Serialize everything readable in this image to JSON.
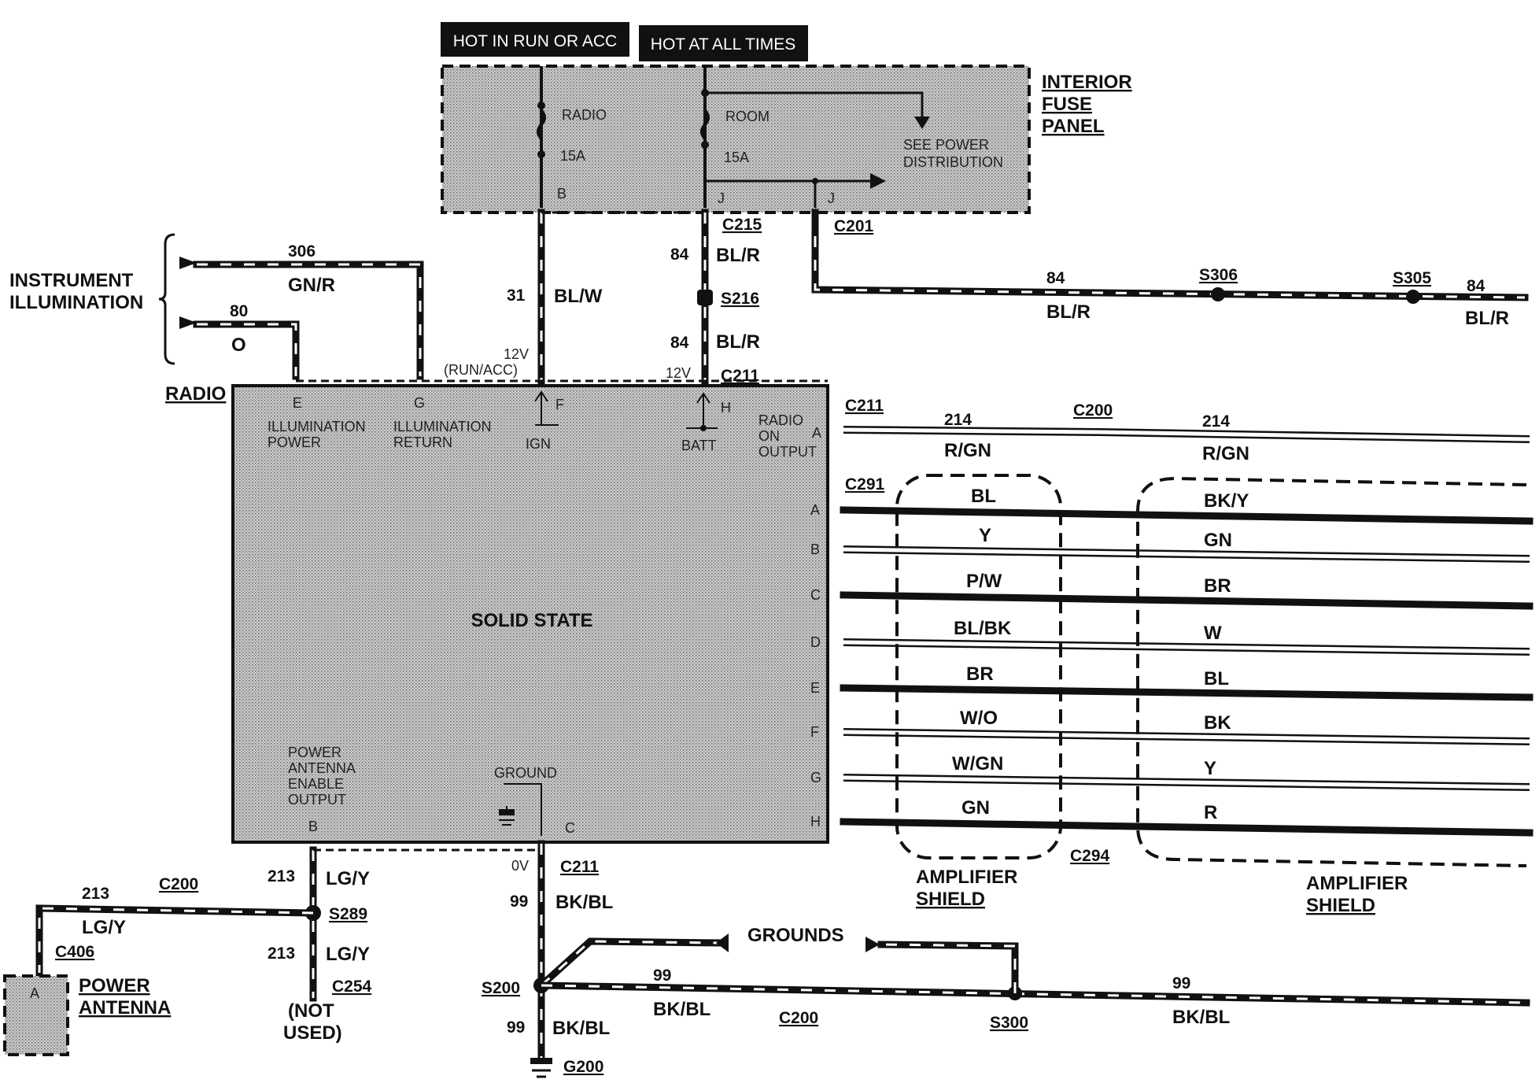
{
  "header": {
    "hot_run_acc": "HOT IN RUN OR ACC",
    "hot_all_times": "HOT AT ALL TIMES"
  },
  "fuse_panel": {
    "title_line1": "INTERIOR",
    "title_line2": "FUSE",
    "title_line3": "PANEL",
    "fuse_radio": "RADIO",
    "fuse_radio_amp": "15A",
    "fuse_radio_pin": "B",
    "fuse_room": "ROOM",
    "fuse_room_amp": "15A",
    "fuse_room_pin1": "J",
    "fuse_room_pin2": "J",
    "see_power_line1": "SEE POWER",
    "see_power_line2": "DISTRIBUTION"
  },
  "connectors": {
    "c215": "C215",
    "c201": "C201",
    "s216": "S216",
    "c211_top": "C211",
    "c211_right": "C211",
    "c200_top": "C200",
    "c291": "C291",
    "c294": "C294",
    "c211_bottom": "C211",
    "c200_left": "C200",
    "s289": "S289",
    "c254": "C254",
    "c406": "C406",
    "s200": "S200",
    "c200_bottom": "C200",
    "s300": "S300",
    "g200": "G200",
    "s306": "S306",
    "s305": "S305"
  },
  "wires": {
    "w306_num": "306",
    "w306_color": "GN/R",
    "w80_num": "80",
    "w80_color": "O",
    "w31_num": "31",
    "w31_color": "BL/W",
    "w84a_num": "84",
    "w84a_color": "BL/R",
    "w84b_num": "84",
    "w84b_color": "BL/R",
    "w84_right1_num": "84",
    "w84_right1_color": "BL/R",
    "w84_right2_num": "84",
    "w84_right2_color": "BL/R",
    "w214a_num": "214",
    "w214a_color": "R/GN",
    "w214b_num": "214",
    "w214b_color": "R/GN",
    "w213a_num": "213",
    "w213a_color": "LG/Y",
    "w213b_num": "213",
    "w213b_color": "LG/Y",
    "w213c_num": "213",
    "w213c_color": "LG/Y",
    "w99a_num": "99",
    "w99a_color": "BK/BL",
    "w99b_num": "99",
    "w99b_color": "BK/BL",
    "w99c_num": "99",
    "w99c_color": "BK/BL",
    "w99d_num": "99",
    "w99d_color": "BK/BL"
  },
  "radio": {
    "label": "RADIO",
    "body": "SOLID STATE",
    "pin_e": "E",
    "pin_e_desc1": "ILLUMINATION",
    "pin_e_desc2": "POWER",
    "pin_g": "G",
    "pin_g_desc1": "ILLUMINATION",
    "pin_g_desc2": "RETURN",
    "pin_f": "F",
    "pin_f_desc": "IGN",
    "pin_h": "H",
    "pin_h_desc": "BATT",
    "v12_run_acc1": "12V",
    "v12_run_acc2": "(RUN/ACC)",
    "v12_batt": "12V",
    "radio_on_1": "RADIO",
    "radio_on_2": "ON",
    "radio_on_3": "OUTPUT",
    "pin_a_top": "A",
    "pins_right": [
      "A",
      "B",
      "C",
      "D",
      "E",
      "F",
      "G",
      "H"
    ],
    "ant_desc1": "POWER",
    "ant_desc2": "ANTENNA",
    "ant_desc3": "ENABLE",
    "ant_desc4": "OUTPUT",
    "pin_b": "B",
    "ground_label": "GROUND",
    "pin_c": "C",
    "v0": "0V"
  },
  "speaker_wires_left": [
    "BL",
    "Y",
    "P/W",
    "BL/BK",
    "BR",
    "W/O",
    "W/GN",
    "GN"
  ],
  "speaker_wires_right": [
    "BK/Y",
    "GN",
    "BR",
    "W",
    "BL",
    "BK",
    "Y",
    "R"
  ],
  "labels": {
    "instrument_1": "INSTRUMENT",
    "instrument_2": "ILLUMINATION",
    "amp_shield_1a": "AMPLIFIER",
    "amp_shield_1b": "SHIELD",
    "amp_shield_2a": "AMPLIFIER",
    "amp_shield_2b": "SHIELD",
    "grounds": "GROUNDS",
    "power_antenna_1": "POWER",
    "power_antenna_2": "ANTENNA",
    "antenna_pin": "A",
    "not_used_1": "(NOT",
    "not_used_2": "USED)"
  }
}
